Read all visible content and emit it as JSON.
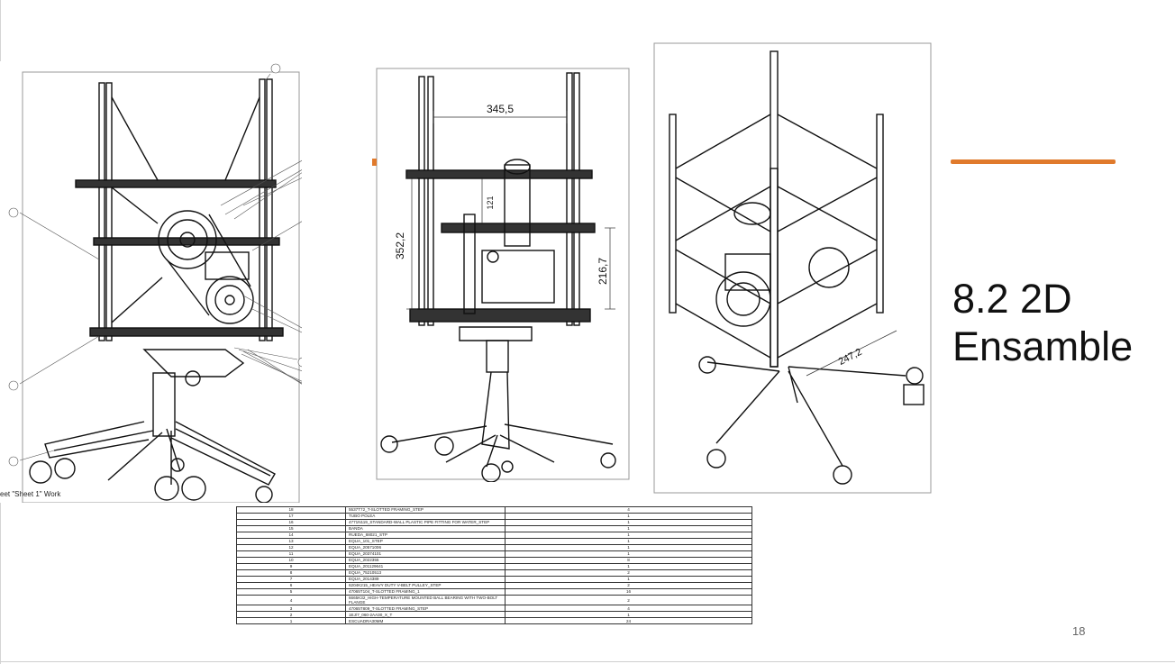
{
  "slide": {
    "title_line1": "8.2 2D",
    "title_line2": "Ensamble",
    "page_number": "18",
    "accent_color": "#e07a2c"
  },
  "drawing1": {
    "sheet_label": "eet \"Sheet 1\" Work"
  },
  "drawing2": {
    "dim_top": "345,5",
    "dim_left": "352,2",
    "dim_right": "216,7",
    "dim_inner": "121"
  },
  "drawing3": {
    "dim_base": "247,2"
  },
  "bom": {
    "rows": [
      {
        "n": "18",
        "d": "5537T72_T-SLOTTED FRAMING_STEP",
        "q": "4"
      },
      {
        "n": "17",
        "d": "TUBO POLEA",
        "q": "1"
      },
      {
        "n": "16",
        "d": "4771N119_STANDARD-WALL PLASTIC PIPE FITTING FOR WATER_STEP",
        "q": "1"
      },
      {
        "n": "15",
        "d": "BANDA",
        "q": "1"
      },
      {
        "n": "14",
        "d": "RUEDA_88021_STP",
        "q": "1"
      },
      {
        "n": "13",
        "d": "EQUA_101_STEP",
        "q": "1"
      },
      {
        "n": "12",
        "d": "EQUA_20571006",
        "q": "1"
      },
      {
        "n": "11",
        "d": "EQUA_20374101",
        "q": "1"
      },
      {
        "n": "10",
        "d": "EQUA_2022355",
        "q": "8"
      },
      {
        "n": "9",
        "d": "EQUA_201129641",
        "q": "1"
      },
      {
        "n": "8",
        "d": "EQUA_75210513",
        "q": "2"
      },
      {
        "n": "7",
        "d": "EQUA_2014389",
        "q": "1"
      },
      {
        "n": "6",
        "d": "6204K215_HEAVY DUTY V-BELT PULLEY_STEP",
        "q": "2"
      },
      {
        "n": "5",
        "d": "47065T104_T-SLOTTED FRAMING_1",
        "q": "16"
      },
      {
        "n": "4",
        "d": "6665K32_HIGH-TEMPERATURE MOUNTED BALL BEARING WITH TWO-BOLT FLANGE",
        "q": "2"
      },
      {
        "n": "3",
        "d": "47065T809_T-SLOTTED FRAMING_STEP",
        "q": "4"
      },
      {
        "n": "2",
        "d": "1EJ/7_060-2AA30_X_T",
        "q": "1"
      },
      {
        "n": "1",
        "d": "ESCUADRA30MM",
        "q": "24"
      }
    ]
  }
}
